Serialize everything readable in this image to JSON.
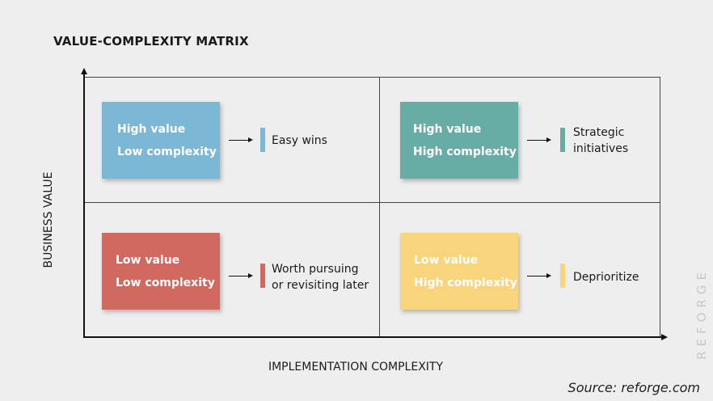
{
  "title": "VALUE-COMPLEXITY MATRIX",
  "y_axis_label": "BUSINESS VALUE",
  "x_axis_label": "IMPLEMENTATION COMPLEXITY",
  "watermark": "REFORGE",
  "source": "Source: reforge.com",
  "colors": {
    "easy_wins": "#7ab8d6",
    "strategic": "#68aca6",
    "worth_pursuing": "#d2695f",
    "deprioritize": "#f8d47c"
  },
  "quadrants": {
    "top_left": {
      "line1": "High value",
      "line2": "Low complexity",
      "result": "Easy wins"
    },
    "top_right": {
      "line1": "High value",
      "line2": "High complexity",
      "result_line1": "Strategic",
      "result_line2": "initiatives"
    },
    "bottom_left": {
      "line1": "Low value",
      "line2": "Low complexity",
      "result_line1": "Worth pursuing",
      "result_line2": "or revisiting later"
    },
    "bottom_right": {
      "line1": "Low value",
      "line2": "High complexity",
      "result": "Deprioritize"
    }
  }
}
